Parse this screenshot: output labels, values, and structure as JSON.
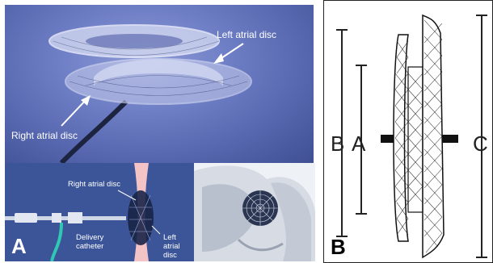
{
  "panel_a": {
    "letter": "A",
    "photo_labels": {
      "left_atrial_disc": "Left atrial disc",
      "right_atrial_disc": "Right atrial disc"
    },
    "illustration_labels": {
      "right_atrial_disc": "Right atrial disc",
      "delivery_catheter_line1": "Delivery",
      "delivery_catheter_line2": "catheter",
      "left_atrial_disc_line1": "Left",
      "left_atrial_disc_line2": "atrial",
      "left_atrial_disc_line3": "disc"
    }
  },
  "panel_b": {
    "letter": "B",
    "dimension_labels": {
      "b": "B",
      "a": "A",
      "c": "C"
    }
  },
  "colors": {
    "photo_bg": "#6f7fc6",
    "illustration_bg": "#3b5598",
    "mesh": "#1f2a4a",
    "text_light": "#ffffff"
  }
}
